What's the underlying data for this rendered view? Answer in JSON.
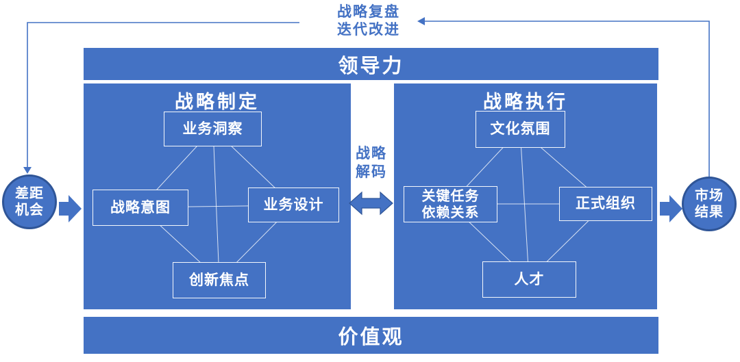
{
  "colors": {
    "primary_blue": "#4472C4",
    "dark_blue_border": "#2F5597",
    "connector_line": "#E8EEF9",
    "background": "#FFFFFF"
  },
  "feedback_loop": {
    "line1": "战略复盘",
    "line2": "迭代改进"
  },
  "leadership_bar": {
    "label": "领导力"
  },
  "values_bar": {
    "label": "价值观"
  },
  "left_circle": {
    "line1": "差距",
    "line2": "机会"
  },
  "right_circle": {
    "line1": "市场",
    "line2": "结果"
  },
  "middle_label": {
    "line1": "战略",
    "line2": "解码"
  },
  "formulation_panel": {
    "title": "战略制定",
    "top_box": "业务洞察",
    "left_box": "战略意图",
    "right_box": "业务设计",
    "bottom_box": "创新焦点"
  },
  "execution_panel": {
    "title": "战略执行",
    "top_box": "文化氛围",
    "left_box_line1": "关键任务",
    "left_box_line2": "依赖关系",
    "right_box": "正式组织",
    "bottom_box": "人才"
  }
}
